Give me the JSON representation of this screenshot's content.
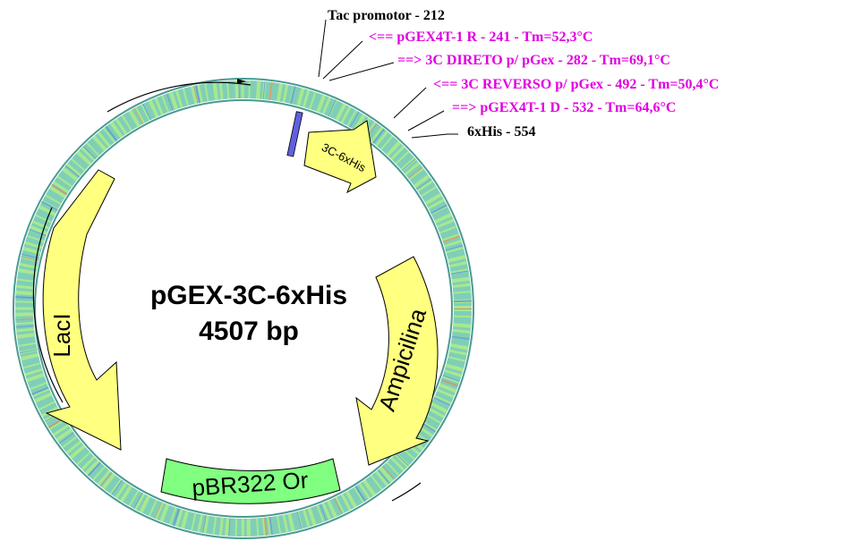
{
  "plasmid": {
    "name": "pGEX-3C-6xHis",
    "size": "4507 bp"
  },
  "annotations": [
    {
      "text": "Tac promotor - 212",
      "color": "black"
    },
    {
      "text": "<== pGEX4T-1 R - 241 - Tm=52,3°C",
      "color": "pink"
    },
    {
      "text": "==> 3C DIRETO p/ pGex - 282 - Tm=69,1°C",
      "color": "pink"
    },
    {
      "text": "<== 3C REVERSO p/ pGex - 492 - Tm=50,4°C",
      "color": "pink"
    },
    {
      "text": "==> pGEX4T-1 D - 532 - Tm=64,6°C",
      "color": "pink"
    },
    {
      "text": "6xHis - 554",
      "color": "black"
    }
  ],
  "features": {
    "laci": "LacI",
    "amp": "Ampicilina",
    "ori": "pBR322 Or",
    "tag": "3C-6xHis"
  },
  "colors": {
    "feature_fill": "#ffff80",
    "ori_fill": "#80ff80",
    "ring_outer": "#5aa6a0",
    "ring_stripe_a": "#78d2b4",
    "ring_stripe_b": "#a0e68c",
    "marker_blue": "#6060e0",
    "annotation_pink": "#e000e0"
  }
}
